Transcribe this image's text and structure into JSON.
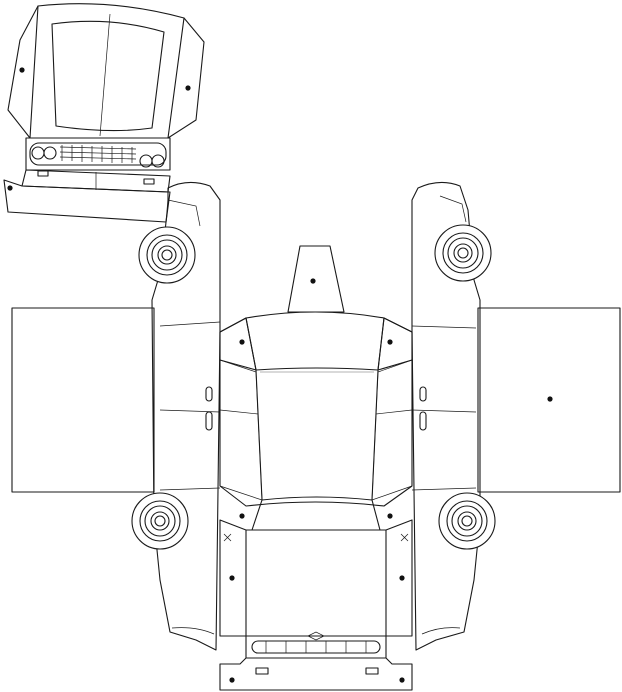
{
  "diagram": {
    "kind": "papercraft-car-template",
    "parts": [
      "hood-panel",
      "front-grille",
      "front-bumper",
      "left-side-panel",
      "right-side-panel",
      "left-flap",
      "right-flap",
      "roof-panel",
      "rear-tab",
      "trunk-panel",
      "rear-bumper",
      "wheel-front-left",
      "wheel-rear-left",
      "wheel-front-right",
      "wheel-rear-right"
    ],
    "colors": {
      "line": "#1a1a1a",
      "paper": "#ffffff",
      "glue_dot": "#111111"
    },
    "glue_marker_icon": "dot-icon",
    "cut_marker_icon": "cross-icon"
  }
}
